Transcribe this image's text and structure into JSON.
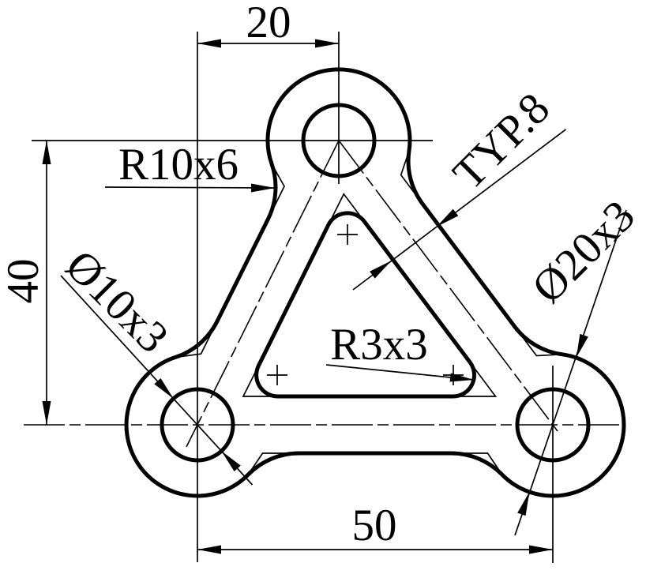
{
  "page": {
    "background": "#ffffff",
    "ink": "#000000"
  },
  "dimensions": {
    "top_width": "20",
    "left_height": "40",
    "bottom_width": "50"
  },
  "callouts": {
    "fillet_radius": "R10x6",
    "arm_thickness": "TYP.8",
    "small_hole": "Ø10x3",
    "boss_diameter": "Ø20x3",
    "corner_radius": "R3x3"
  }
}
